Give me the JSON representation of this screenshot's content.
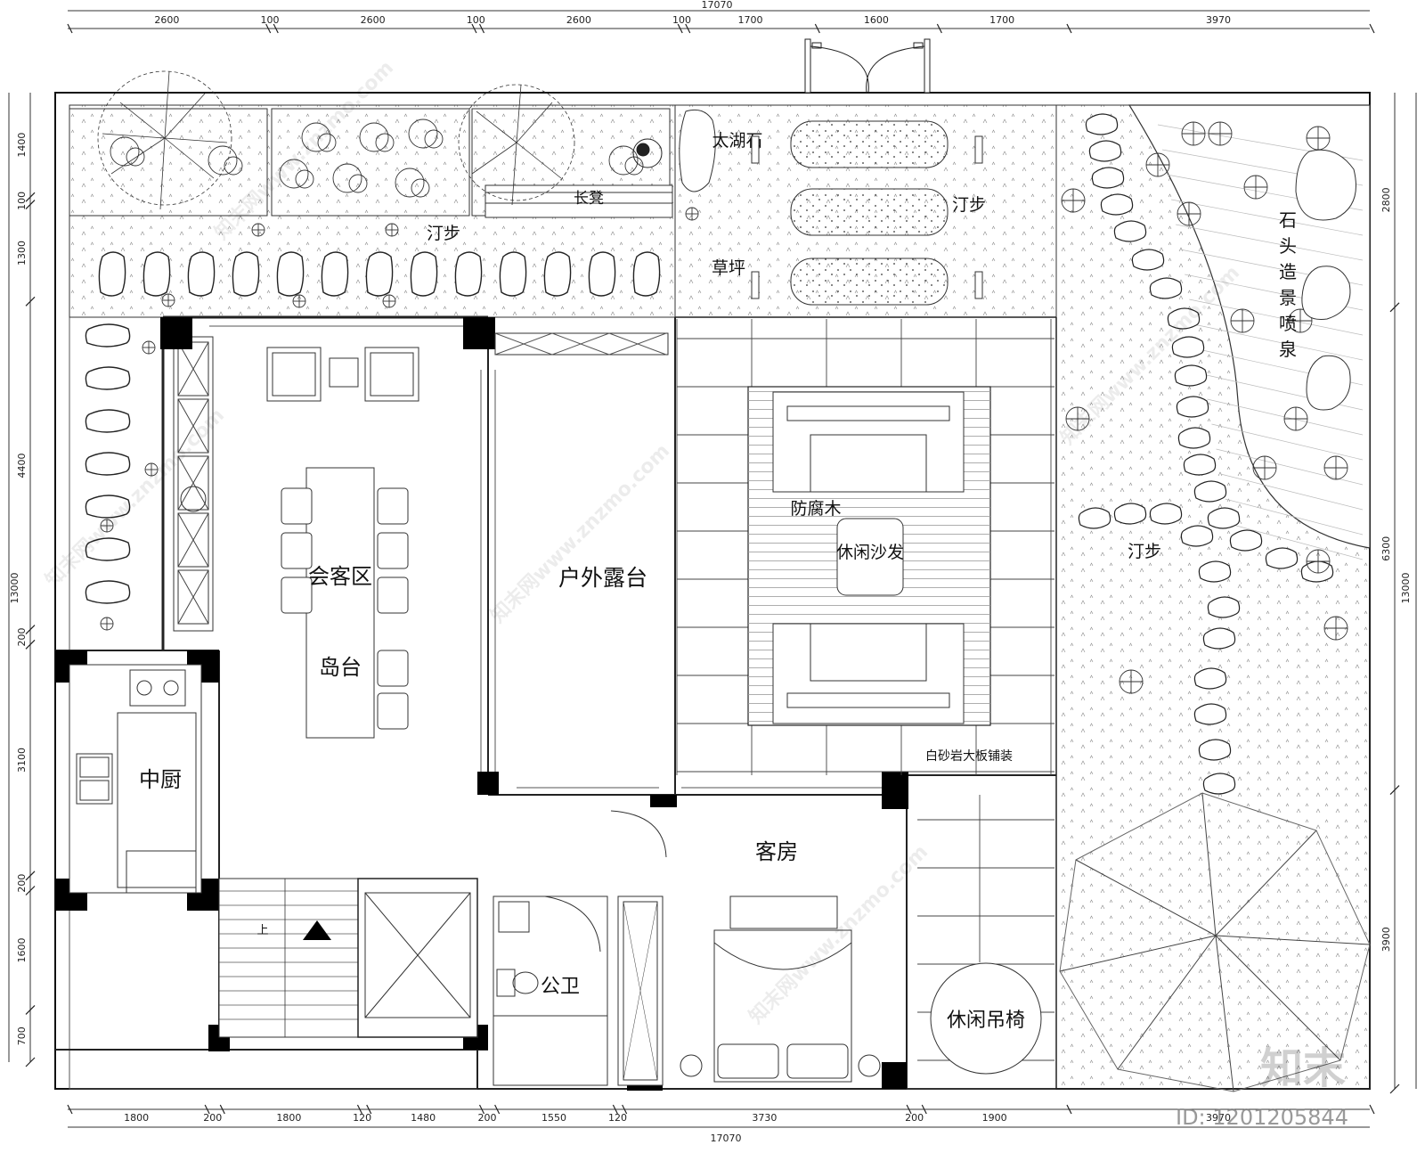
{
  "dimensions": {
    "top_total": "17070",
    "bottom_total": "17070",
    "top": [
      "2600",
      "100",
      "2600",
      "100",
      "2600",
      "100",
      "1700",
      "1600",
      "1700",
      "3970"
    ],
    "bottom": [
      "1800",
      "200",
      "1800",
      "120",
      "1480",
      "200",
      "1550",
      "120",
      "3730",
      "200",
      "1900",
      "3970"
    ],
    "left_total": "13000",
    "right_total": "13000",
    "left": [
      "1400",
      "100",
      "1300",
      "4400",
      "200",
      "3100",
      "200",
      "1600",
      "700"
    ],
    "right": [
      "2800",
      "6300",
      "3900"
    ]
  },
  "labels": {
    "bench": "长凳",
    "stepping_top": "汀步",
    "taihu_stone": "太湖石",
    "stepping_mid": "汀步",
    "lawn": "草坪",
    "fountain": "石头造景喷泉",
    "reception": "会客区",
    "island": "岛台",
    "kitchen": "中厨",
    "terrace": "户外露台",
    "wood_deck": "防腐木",
    "sofa": "休闲沙发",
    "stepping_right": "汀步",
    "paving": "白砂岩大板铺装",
    "guest_room": "客房",
    "toilet": "公卫",
    "up": "上",
    "swing_chair": "休闲吊椅"
  },
  "watermark": {
    "site": "知末网www.znzmo.com",
    "logo": "知末",
    "id": "ID: 1201205844"
  }
}
